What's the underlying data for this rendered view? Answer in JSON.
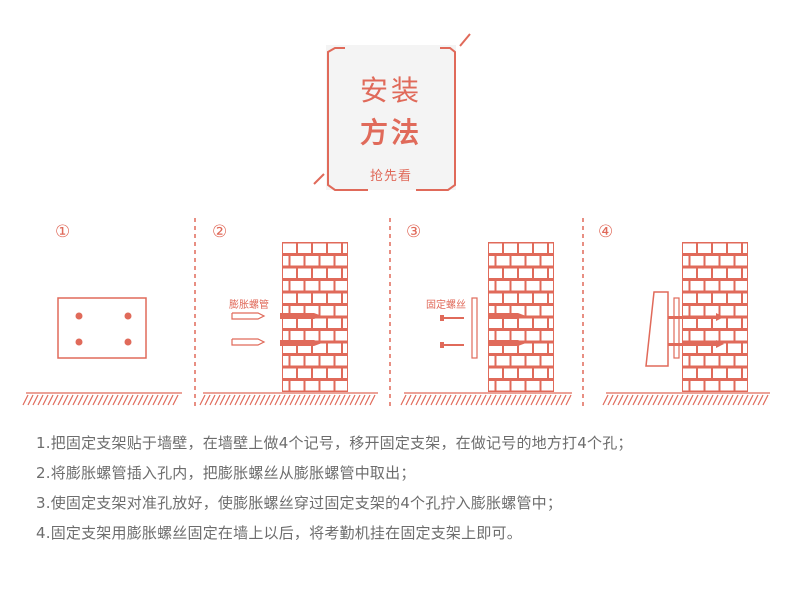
{
  "title": {
    "line1": "安装",
    "line2": "方法",
    "line3": "抢先看"
  },
  "steps": [
    {
      "number": "①"
    },
    {
      "number": "②",
      "callout": "膨胀螺管"
    },
    {
      "number": "③",
      "callout": "固定螺丝"
    },
    {
      "number": "④"
    }
  ],
  "instructions": [
    "1.把固定支架贴于墙壁，在墙壁上做4个记号，移开固定支架，在做记号的地方打4个孔；",
    "2.将膨胀螺管插入孔内，把膨胀螺丝从膨胀螺管中取出；",
    "3.使固定支架对准孔放好，使膨胀螺丝穿过固定支架的4个孔拧入膨胀螺管中；",
    "4.固定支架用膨胀螺丝固定在墙上以后，将考勤机挂在固定支架上即可。"
  ],
  "colors": {
    "accent": "#e06a5a",
    "text": "#6d6d6d",
    "title_bg": "#f4f4f4"
  }
}
